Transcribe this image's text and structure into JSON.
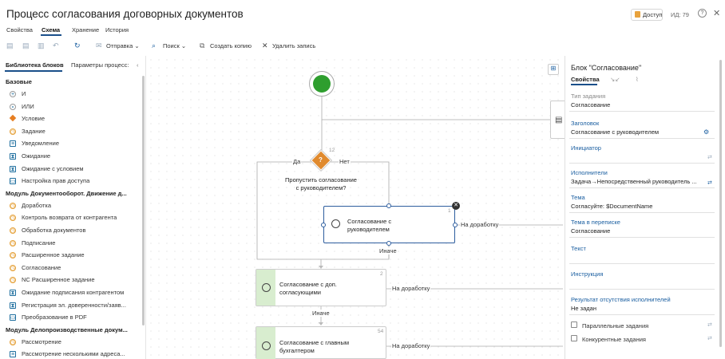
{
  "header": {
    "title": "Процесс согласования договорных документов",
    "access_label": "Доступ",
    "id_label": "ИД: 79",
    "help": "?",
    "close": "✕",
    "star": "☆"
  },
  "tabs": [
    "Свойства",
    "Схема",
    "Хранение",
    "История"
  ],
  "toolbar": {
    "send": "Отправка ⌄",
    "search": "Поиск ⌄",
    "copy": "Создать копию",
    "delete": "Удалить запись"
  },
  "left": {
    "tab1": "Библиотека блоков",
    "tab2": "Параметры процесс:",
    "collapse": "‹",
    "groups": [
      {
        "title": "Базовые",
        "items": [
          {
            "label": "И",
            "icon": "plus-circle"
          },
          {
            "label": "ИЛИ",
            "icon": "or-circle"
          },
          {
            "label": "Условие",
            "icon": "diamond"
          },
          {
            "label": "Задание",
            "icon": "clock"
          },
          {
            "label": "Уведомление",
            "icon": "doc"
          },
          {
            "label": "Ожидание",
            "icon": "wait"
          },
          {
            "label": "Ожидание с условием",
            "icon": "wait"
          },
          {
            "label": "Настройка прав доступа",
            "icon": "rights"
          }
        ]
      },
      {
        "title": "Модуль Документооборот. Движение д...",
        "items": [
          {
            "label": "Доработка",
            "icon": "clock"
          },
          {
            "label": "Контроль возврата от контрагента",
            "icon": "clock"
          },
          {
            "label": "Обработка документов",
            "icon": "clock"
          },
          {
            "label": "Подписание",
            "icon": "clock"
          },
          {
            "label": "Расширенное задание",
            "icon": "clock"
          },
          {
            "label": "Согласование",
            "icon": "clock"
          },
          {
            "label": "NC Расширенное задание",
            "icon": "clock"
          },
          {
            "label": "Ожидание подписания контрагентом",
            "icon": "wait"
          },
          {
            "label": "Регистрация эл. доверенности/заяв...",
            "icon": "wait"
          },
          {
            "label": "Преобразование в PDF",
            "icon": "rights"
          }
        ]
      },
      {
        "title": "Модуль Делопроизводственные докум...",
        "items": [
          {
            "label": "Рассмотрение",
            "icon": "clock"
          },
          {
            "label": "Рассмотрение несколькими адреса...",
            "icon": "doc"
          }
        ]
      }
    ]
  },
  "canvas": {
    "condition": {
      "label": "Пропустить согласование с руководителем?",
      "yes": "Да",
      "no": "Нет",
      "num": "12"
    },
    "node1": {
      "label": "Согласование с руководителем",
      "num": "1",
      "out": "На доработку",
      "else": "Иначе"
    },
    "node2": {
      "label": "Согласование с доп. согласующими",
      "num": "2",
      "out": "На доработку",
      "else": "Иначе"
    },
    "node3": {
      "label": "Согласование с главным бухгалтером",
      "num": "54",
      "out": "На доработку"
    }
  },
  "right": {
    "title": "Блок \"Согласование\"",
    "tab1": "Свойства",
    "fields": [
      {
        "label": "Тип задания",
        "value": "Согласование",
        "style": "gray"
      },
      {
        "label": "Заголовок",
        "value": "Согласование с руководителем",
        "style": "blue"
      },
      {
        "label": "Инициатор",
        "value": "",
        "style": "blue"
      },
      {
        "label": "Исполнители",
        "value": "Задача→Непосредственный руководитель ...",
        "style": "blue"
      },
      {
        "label": "Тема",
        "value": "Согласуйте: $DocumentName",
        "style": "blue"
      },
      {
        "label": "Тема в переписке",
        "value": "Согласование",
        "style": "blue"
      },
      {
        "label": "Текст",
        "value": "",
        "style": "blue"
      },
      {
        "label": "Инструкция",
        "value": "",
        "style": "blue"
      },
      {
        "label": "Результат отсутствия исполнителей",
        "value": "Не задан",
        "style": "blue"
      }
    ],
    "checks": [
      "Параллельные задания",
      "Конкурентные задания"
    ]
  },
  "colors": {
    "accent": "#1a4f8a",
    "start": "#2e9e2e",
    "condition": "#e08a2e",
    "node_bar": "#d8edcf"
  }
}
